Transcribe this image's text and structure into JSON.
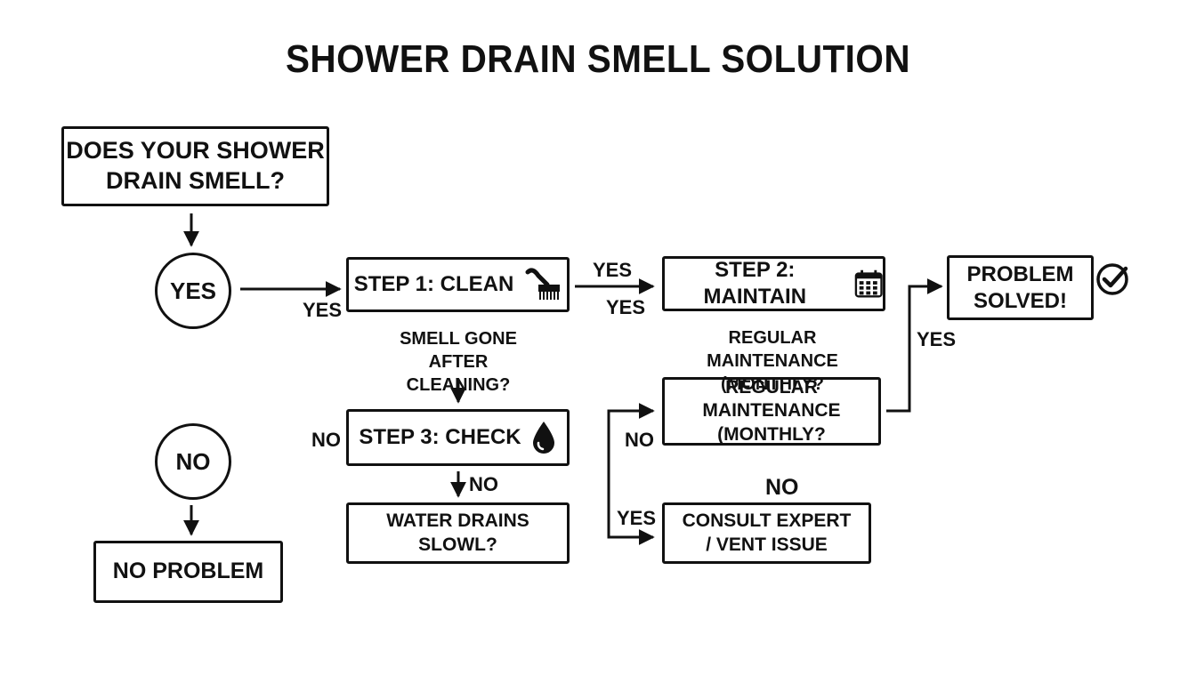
{
  "title": "SHOWER DRAIN SMELL SOLUTION",
  "nodes": {
    "start_question": "DOES YOUR SHOWER\nDRAIN SMELL?",
    "yes_circle": "YES",
    "no_circle": "NO",
    "no_problem": "NO PROBLEM",
    "step1": "STEP 1: CLEAN",
    "step2": "STEP 2: MAINTAIN",
    "step3": "STEP 3: CHECK",
    "problem_solved": "PROBLEM\nSOLVED!",
    "regular_maintenance_box": "REGULAR MAINTENANCE\n(MONTHLY?",
    "water_drains": "WATER DRAINS\nSLOWL?",
    "consult_expert": "CONSULT EXPERT\n/ VENT ISSUE"
  },
  "text_labels": {
    "smell_gone": "SMELL GONE AFTER\nCLEANING?",
    "regular_maintenance_text": "REGULAR MAINTENANCE\n(MONTHLY?"
  },
  "edge_labels": {
    "yes_to_step1": "YES",
    "step1_to_step2_top": "YES",
    "step1_to_step2_bottom": "YES",
    "to_solved": "YES",
    "no_left_step3": "NO",
    "no_below_step3": "NO",
    "no_loop": "NO",
    "yes_loop": "YES",
    "no_above_consult": "NO"
  },
  "icons": {
    "step1": "scrub-brush-icon",
    "step2": "calendar-icon",
    "step3": "water-drop-icon",
    "solved": "check-circle-icon"
  },
  "colors": {
    "ink": "#111111",
    "background": "#ffffff"
  }
}
